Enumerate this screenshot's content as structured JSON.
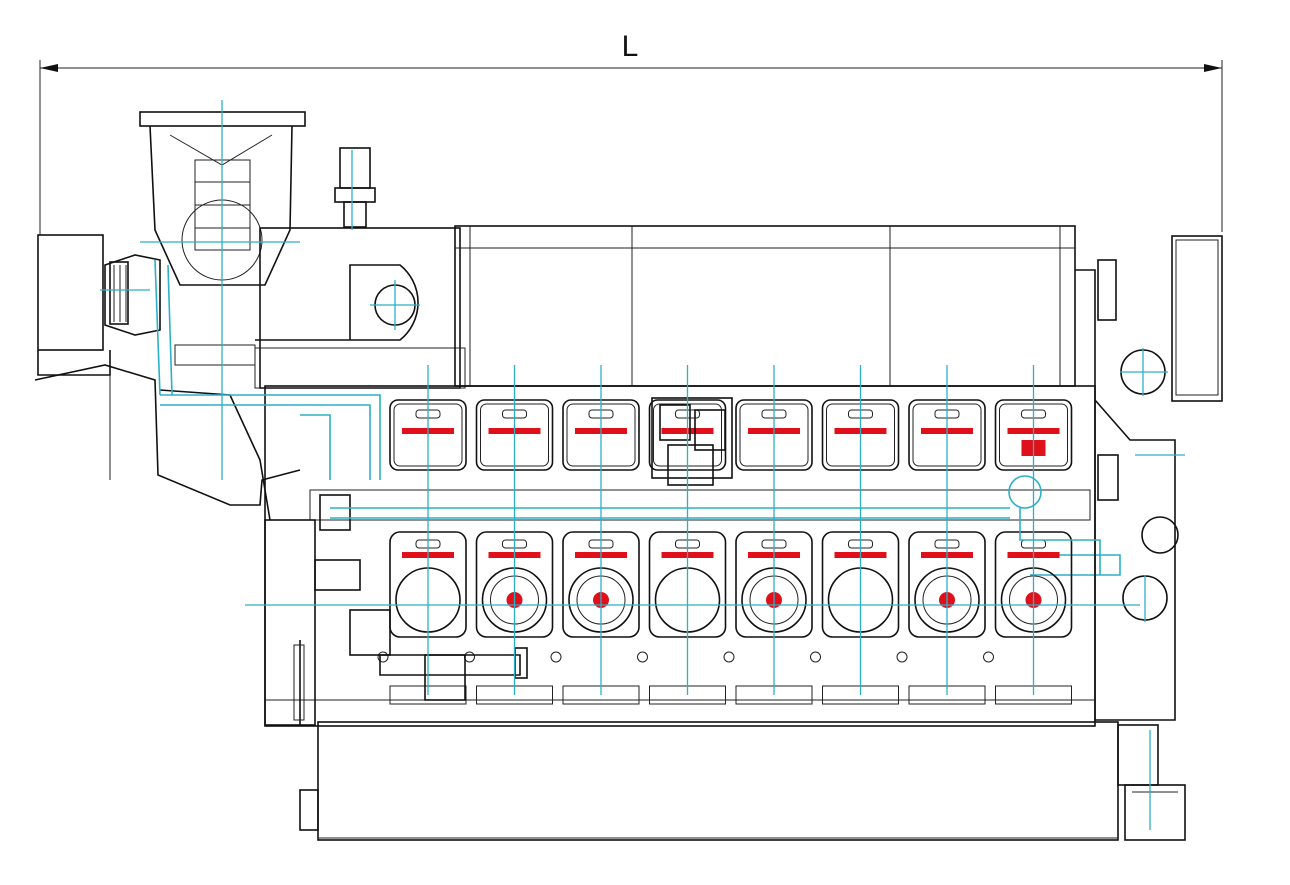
{
  "dimension": {
    "label": "L"
  },
  "colors": {
    "outline": "#111111",
    "centerline": "#2bb0c8",
    "marker": "#e0101a"
  },
  "cylinders": 8,
  "upper_doors": 8,
  "lower_doors": 8,
  "sump_pads": 8
}
